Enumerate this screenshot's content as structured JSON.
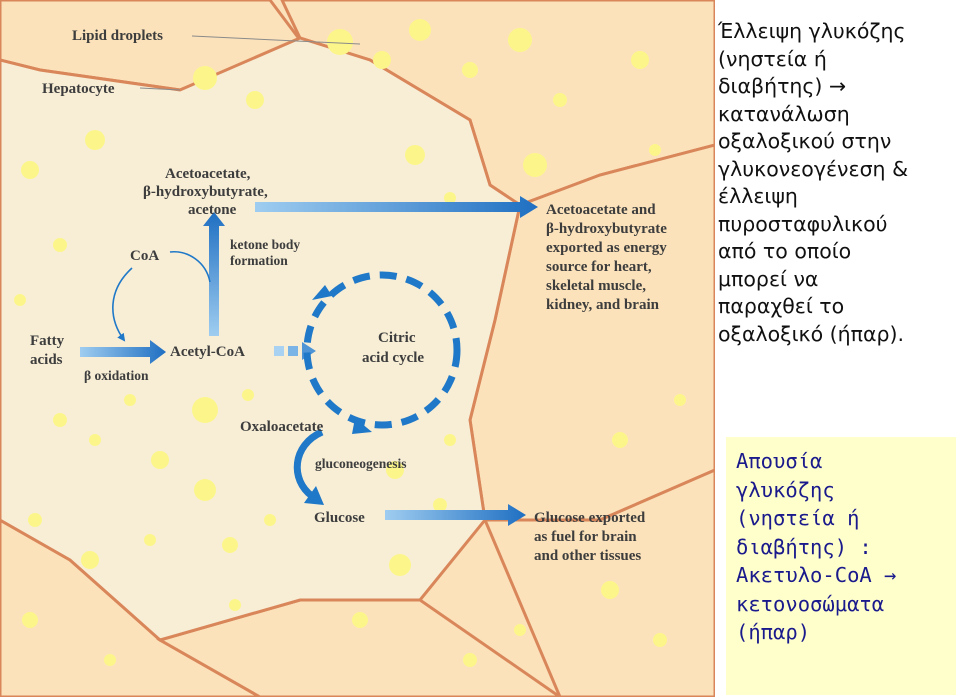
{
  "diagram": {
    "labels": {
      "lipid_droplets": "Lipid droplets",
      "hepatocyte": "Hepatocyte",
      "ketone_products": [
        "Acetoacetate,",
        "β-hydroxybutyrate,",
        "acetone"
      ],
      "coa": "CoA",
      "ketone_body_formation": [
        "ketone body",
        "formation"
      ],
      "fatty_acids": [
        "Fatty",
        "acids"
      ],
      "acetyl_coa": "Acetyl-CoA",
      "beta_oxidation": "β oxidation",
      "citric_acid_cycle": [
        "Citric",
        "acid cycle"
      ],
      "oxaloacetate": "Oxaloacetate",
      "gluconeogenesis": "gluconeogenesis",
      "glucose": "Glucose",
      "ketone_export": [
        "Acetoacetate and",
        "β-hydroxybutyrate",
        "exported as energy",
        "source for heart,",
        "skeletal muscle,",
        "kidney, and brain"
      ],
      "glucose_export": [
        "Glucose exported",
        "as fuel for brain",
        "and other tissues"
      ]
    },
    "colors": {
      "background": "#fbe2bb",
      "membrane": "#d9875a",
      "cytoplasm": "#f8eed6",
      "droplet": "#fcf68a",
      "arrow": "#1f78c8",
      "text": "#3d3d3d"
    }
  },
  "notes": {
    "lines": [
      "Έλλειψη γλυκόζης",
      "(νηστεία ή",
      "διαβήτης) → ",
      "κατανάλωση",
      "οξαλοξικού στην",
      "γλυκονεογένεση &",
      "έλλειψη",
      "πυροσταφυλικού",
      "από το οποίο",
      "μπορεί να",
      "παραχθεί το",
      "οξαλοξικό (ήπαρ)."
    ],
    "color": "#111111"
  },
  "box": {
    "lines": [
      "Απουσία",
      "γλυκόζης",
      "(νηστεία ή",
      "διαβήτης) :",
      "Ακετυλο-CoA → ",
      "κετονοσώματα",
      "(ήπαρ)"
    ],
    "background": "#ffffcc",
    "color": "#1a1a8c"
  }
}
